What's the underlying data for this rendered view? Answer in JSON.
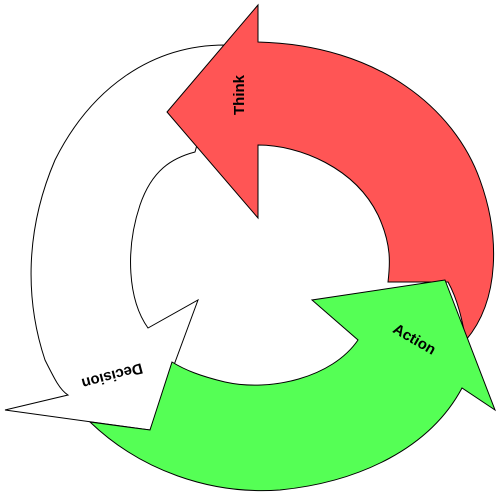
{
  "diagram": {
    "colors": {
      "think": "#ff5555",
      "action": "#55ff55",
      "decision": "#ffffff",
      "stroke": "#000000"
    },
    "labels": {
      "think": "Think",
      "action": "Action",
      "decision": "Decision"
    }
  }
}
